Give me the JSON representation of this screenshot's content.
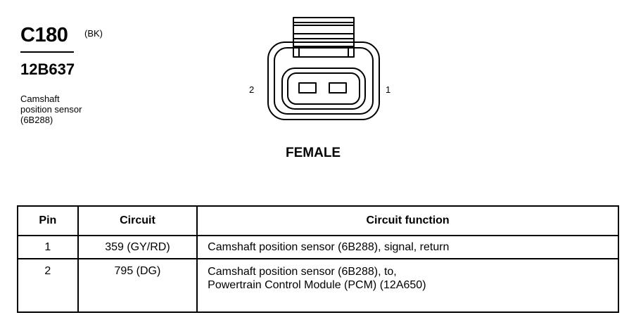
{
  "connector": {
    "id": "C180",
    "color_code": "(BK)",
    "part_number": "12B637",
    "component_lines": [
      "Camshaft",
      "position sensor",
      "(6B288)"
    ],
    "pin_label_left": "2",
    "pin_label_right": "1",
    "gender": "FEMALE"
  },
  "table": {
    "headers": [
      "Pin",
      "Circuit",
      "Circuit function"
    ],
    "rows": [
      {
        "pin": "1",
        "circuit": "359 (GY/RD)",
        "function_lines": [
          "Camshaft position sensor (6B288), signal, return"
        ]
      },
      {
        "pin": "2",
        "circuit": "795 (DG)",
        "function_lines": [
          "Camshaft position sensor (6B288), to,",
          "Powertrain Control Module (PCM) (12A650)"
        ]
      }
    ]
  }
}
